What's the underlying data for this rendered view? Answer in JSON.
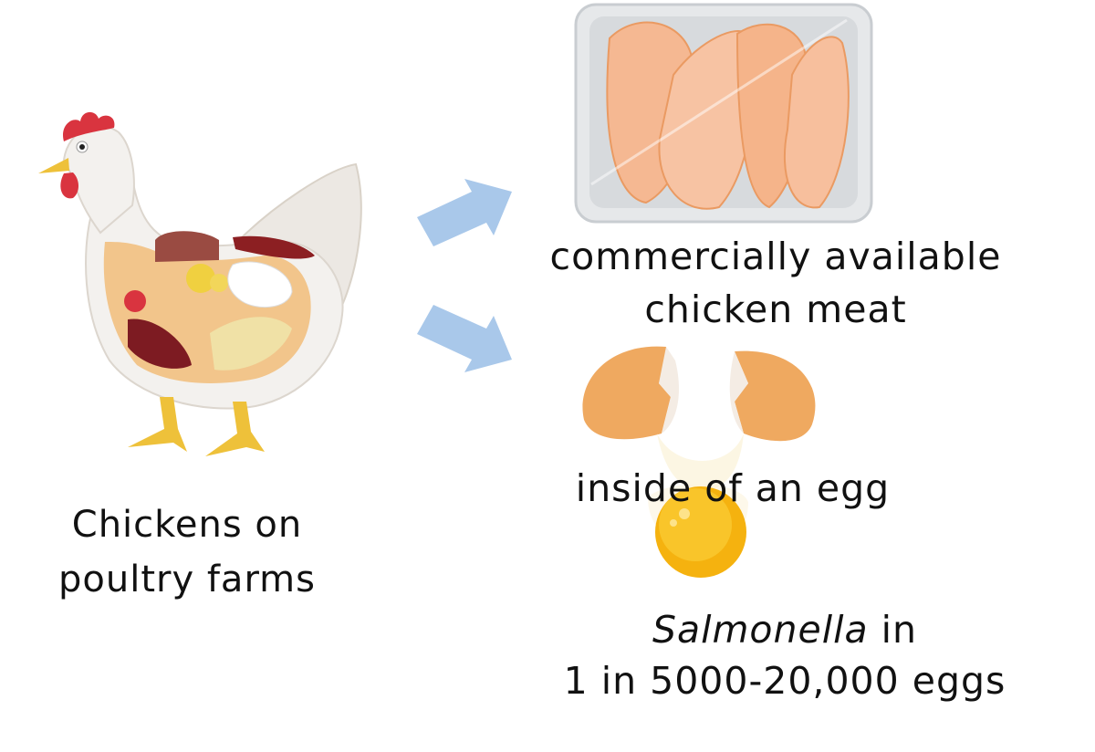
{
  "diagram": {
    "source": {
      "label_line1": "Chickens on",
      "label_line2": "poultry farms",
      "icon": "chicken-anatomy-illustration"
    },
    "arrows": [
      {
        "direction": "up-right",
        "color": "#a9c8ea"
      },
      {
        "direction": "down-right",
        "color": "#a9c8ea"
      }
    ],
    "targets": [
      {
        "label_line1": "commercially available",
        "label_line2": "chicken meat",
        "icon": "packaged-chicken-breast-tray"
      },
      {
        "label": "inside of an egg",
        "icon": "cracked-egg-with-yolk",
        "note_italic": "Salmonella",
        "note_rest": " in",
        "note_line2": "1 in 5000-20,000 eggs"
      }
    ]
  }
}
